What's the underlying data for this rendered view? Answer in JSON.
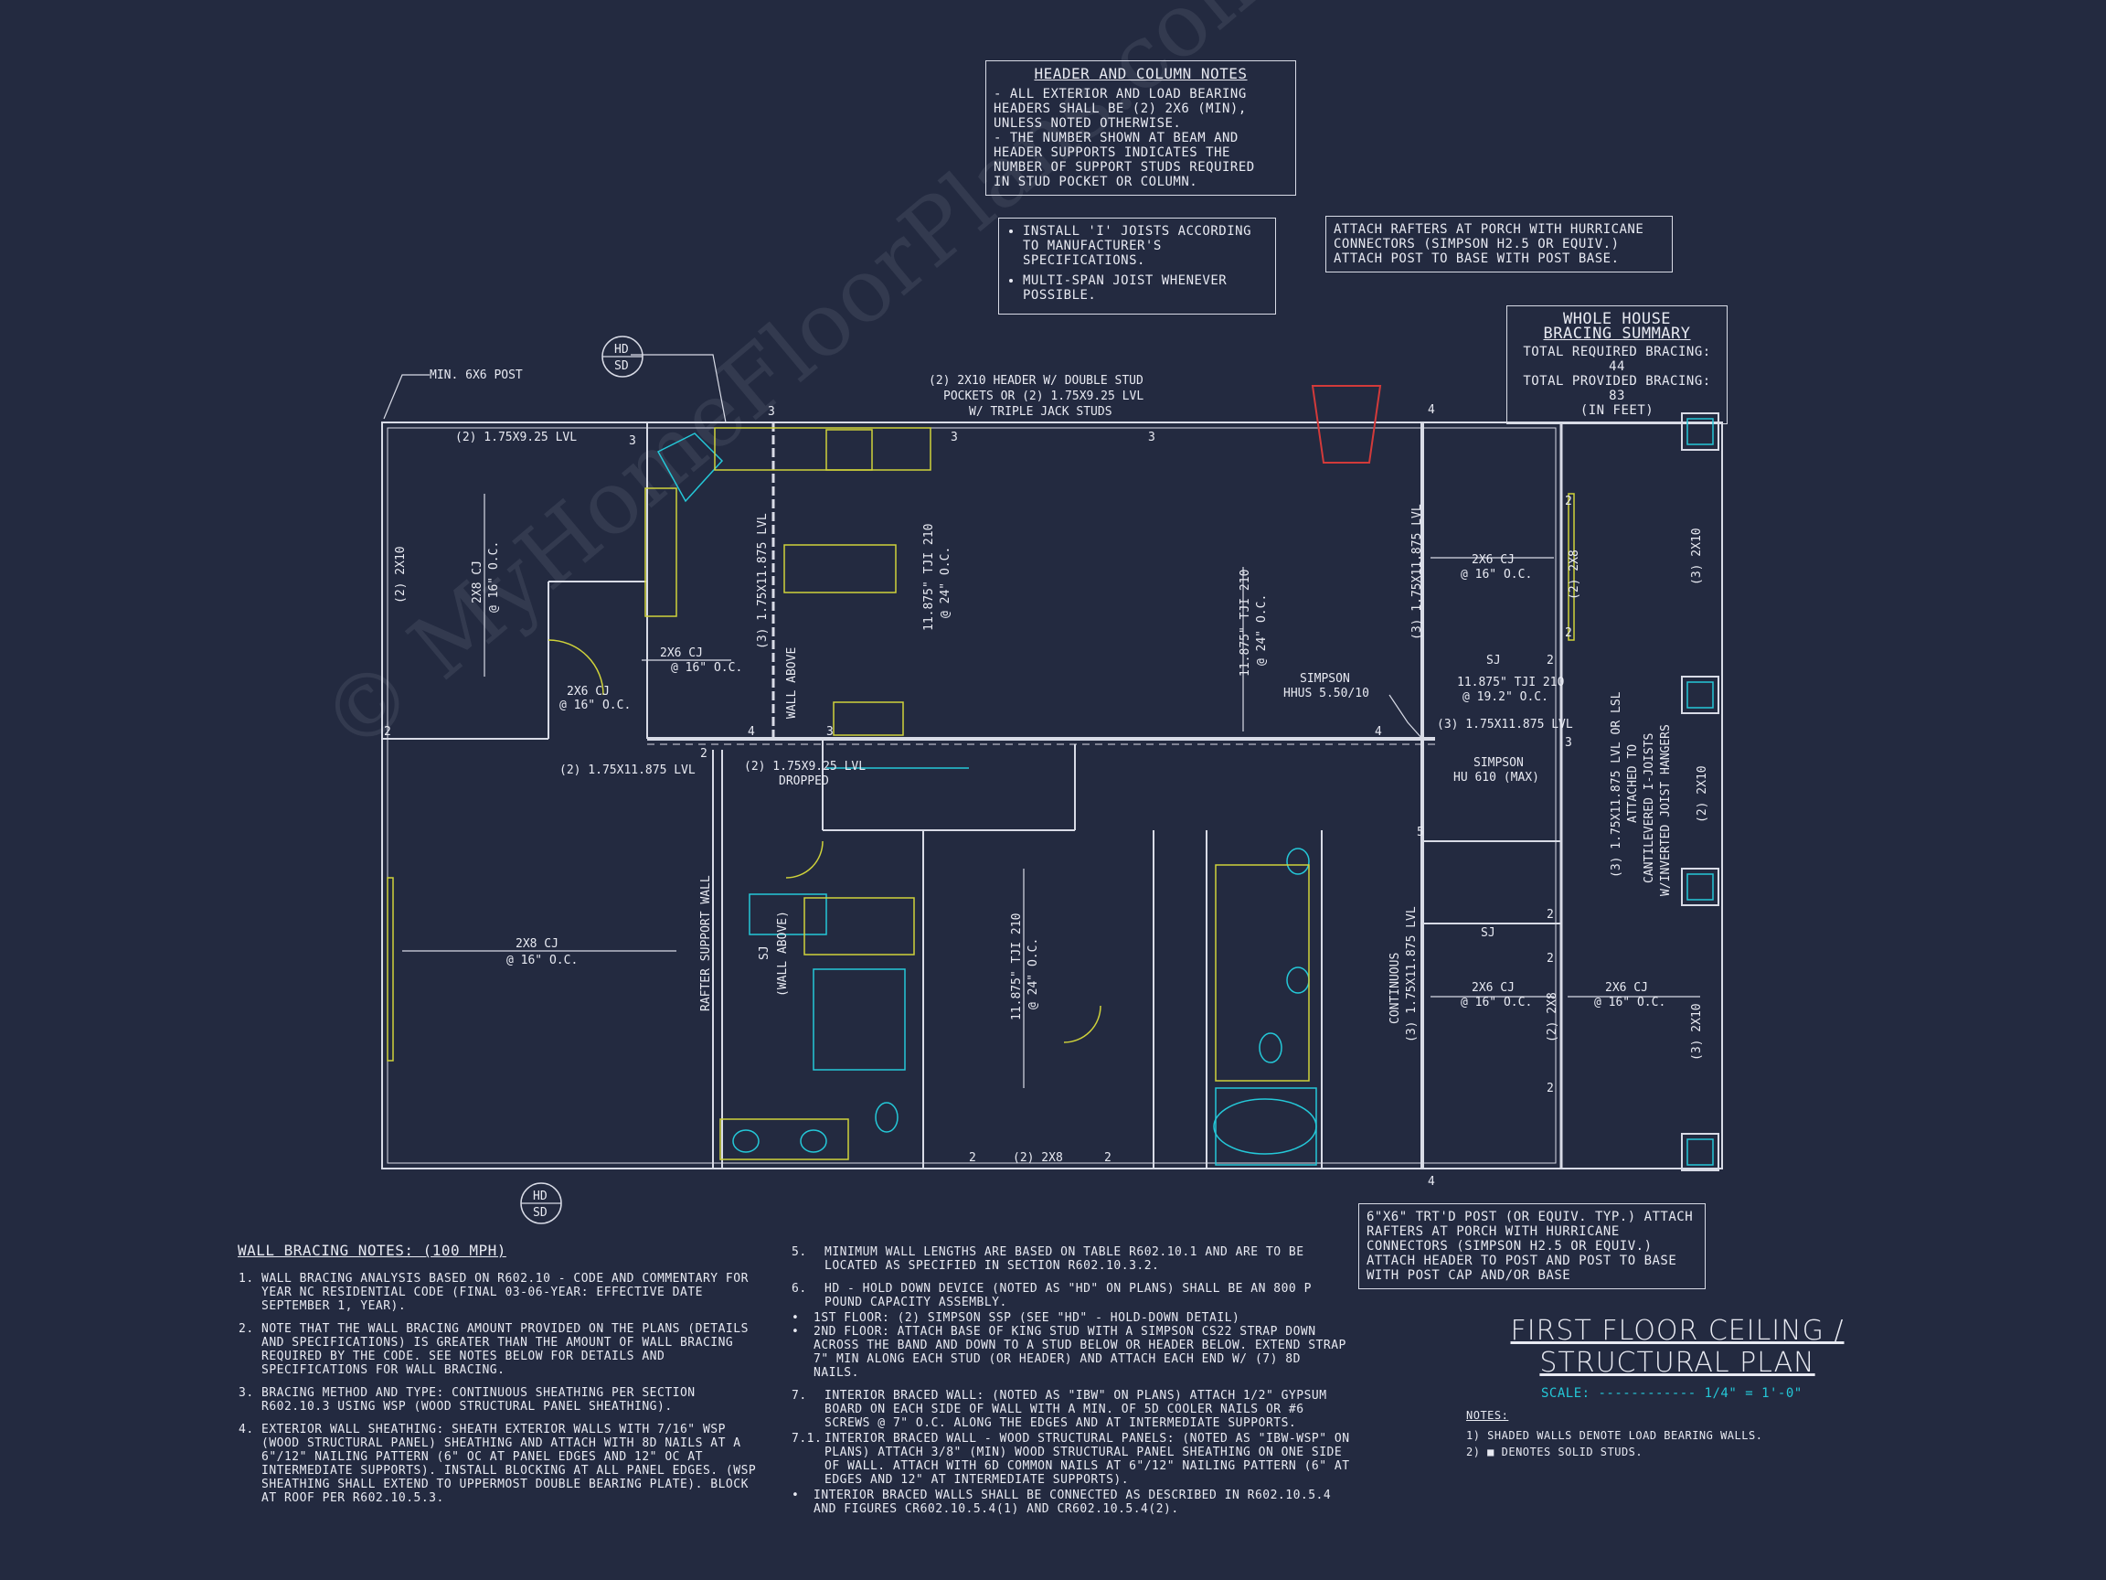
{
  "header_column_notes": {
    "title": "HEADER AND COLUMN NOTES",
    "lines": [
      "- ALL EXTERIOR AND LOAD BEARING",
      "HEADERS SHALL BE (2) 2x6 (MIN),",
      "UNLESS NOTED OTHERWISE.",
      "- THE NUMBER SHOWN AT BEAM AND",
      "HEADER SUPPORTS INDICATES THE",
      "NUMBER OF SUPPORT STUDS REQUIRED",
      "IN STUD POCKET OR COLUMN."
    ]
  },
  "joist_notes": [
    "INSTALL 'I' JOISTS ACCORDING TO MANUFACTURER'S SPECIFICATIONS.",
    "MULTI-SPAN JOIST WHENEVER POSSIBLE."
  ],
  "rafter_note": "ATTACH RAFTERS AT PORCH WITH HURRICANE CONNECTORS (SIMPSON H2.5 OR EQUIV.) ATTACH POST TO BASE WITH POST BASE.",
  "bracing_summary": {
    "title_1": "WHOLE HOUSE",
    "title_2": "BRACING SUMMARY",
    "required": "TOTAL REQUIRED BRACING: 44",
    "provided": "TOTAL PROVIDED BRACING: 83",
    "unit": "(IN FEET)"
  },
  "post_note": "6\"x6\" TRT'D POST (OR EQUIV. TYP.) ATTACH RAFTERS AT PORCH WITH HURRICANE CONNECTORS (SIMPSON H2.5 OR EQUIV.) ATTACH HEADER TO POST AND POST TO BASE WITH POST CAP AND/OR BASE",
  "plan_labels": {
    "min_post": "MIN. 6x6 POST",
    "hd": "HD",
    "sd": "SD",
    "lvl_top": "(2) 1.75x9.25 LVL",
    "header_1": "(2) 2x10 HEADER W/ DOUBLE STUD",
    "header_2": "POCKETS OR (2) 1.75x9.25 LVL",
    "header_3": "W/ TRIPLE JACK STUDS",
    "two_2x10": "(2) 2x10",
    "cj_2x8": "2x8 CJ",
    "oc16": "@ 16\" O.C.",
    "cj_2x6": "2x6 CJ",
    "lvl_1175_vert": "(3) 1.75x11.875 LVL",
    "wall_above": "WALL ABOVE",
    "tji_24_a": "11.875\" TJI 210",
    "oc24": "@ 24\" O.C.",
    "tji_24_b": "11.875\" TJI 210",
    "lvl_1175_east": "(3) 1.75x11.875 LVL",
    "two_2x8": "(2) 2x8",
    "three_2x10": "(3) 2x10",
    "simpson_1": "SIMPSON",
    "simpson_1b": "HHUS 5.50/10",
    "sj": "SJ",
    "tji_192": "11.875\" TJI 210",
    "oc192": "@ 19.2\" O.C.",
    "lvl_1175_3": "(3) 1.75x11.875 LVL",
    "simpson_2": "SIMPSON",
    "simpson_2b": "HU 610 (MAX)",
    "cant_1": "(3) 1.75x11.875 LVL OR LSL",
    "cant_2": "ATTACHED TO",
    "cant_3": "CANTILEVERED I-JOISTS",
    "cant_4": "W/INVERTED JOIST HANGERS",
    "lvl_2_1175": "(2) 1.75x11.875 LVL",
    "lvl_dropped_1": "(2) 1.75x9.25 LVL",
    "lvl_dropped_2": "DROPPED",
    "rafter_support": "RAFTER SUPPORT WALL",
    "sj_wall": "SJ",
    "sj_wall_above": "(WALL ABOVE)",
    "continuous": "CONTINUOUS",
    "continuous_lvl": "(3) 1.75x11.875 LVL",
    "two_2x8_bottom": "(2) 2x8",
    "num_2": "2",
    "num_3": "3",
    "num_4": "4",
    "num_5": "5"
  },
  "wall_bracing": {
    "title": "WALL BRACING NOTES: (100 MPH)",
    "items": [
      "WALL BRACING ANALYSIS BASED ON R602.10 - CODE AND COMMENTARY FOR YEAR NC RESIDENTIAL CODE (FINAL 03-06-YEAR: EFFECTIVE DATE SEPTEMBER 1, YEAR).",
      "NOTE THAT THE WALL BRACING AMOUNT PROVIDED ON THE PLANS (DETAILS AND SPECIFICATIONS) IS GREATER THAN THE AMOUNT OF WALL BRACING REQUIRED BY THE CODE. SEE NOTES BELOW FOR DETAILS AND SPECIFICATIONS FOR WALL BRACING.",
      "BRACING METHOD AND TYPE: CONTINUOUS SHEATHING PER SECTION R602.10.3 USING WSP (WOOD STRUCTURAL PANEL SHEATHING).",
      "EXTERIOR WALL SHEATHING: SHEATH EXTERIOR WALLS WITH 7/16\" WSP (WOOD STRUCTURAL PANEL) SHEATHING AND ATTACH WITH 8d NAILS AT A 6\"/12\" NAILING PATTERN (6\" OC AT PANEL EDGES AND 12\" OC AT INTERMEDIATE SUPPORTS). INSTALL BLOCKING AT ALL PANEL EDGES. (WSP SHEATHING SHALL EXTEND TO UPPERMOST DOUBLE BEARING PLATE). BLOCK AT ROOF PER R602.10.5.3."
    ]
  },
  "wall_bracing_2": {
    "n5": "5.",
    "t5": "MINIMUM WALL LENGTHS ARE BASED ON TABLE R602.10.1 AND ARE TO BE LOCATED AS SPECIFIED IN SECTION R602.10.3.2.",
    "n6": "6.",
    "t6": "HD - HOLD DOWN DEVICE (NOTED AS \"HD\" ON PLANS) SHALL BE AN 800 P POUND CAPACITY ASSEMBLY.",
    "b1": "1ST FLOOR: (2) SIMPSON SSP (SEE \"HD\" - HOLD-DOWN DETAIL)",
    "b2": "2ND FLOOR: ATTACH BASE OF KING STUD WITH A SIMPSON CS22 STRAP DOWN ACROSS THE BAND AND DOWN TO A STUD BELOW OR HEADER BELOW. EXTEND STRAP 7\" MIN ALONG EACH STUD (OR HEADER) AND ATTACH EACH END W/ (7) 8d NAILS.",
    "n7": "7.",
    "t7": "INTERIOR BRACED WALL: (NOTED AS \"IBW\" ON PLANS) ATTACH 1/2\" GYPSUM BOARD ON EACH SIDE OF WALL WITH A MIN. OF 5d COOLER NAILS OR #6 SCREWS @ 7\" O.C. ALONG THE EDGES AND AT INTERMEDIATE SUPPORTS.",
    "n71": "7.1.",
    "t71": "INTERIOR BRACED WALL - WOOD STRUCTURAL PANELS: (NOTED AS \"IBW-WSP\" ON PLANS) ATTACH 3/8\" (MIN) WOOD STRUCTURAL PANEL SHEATHING ON ONE SIDE OF WALL. ATTACH WITH 6d COMMON NAILS AT 6\"/12\" NAILING PATTERN (6\" AT EDGES AND 12\" AT INTERMEDIATE SUPPORTS).",
    "b3": "INTERIOR BRACED WALLS SHALL BE CONNECTED AS DESCRIBED IN R602.10.5.4 AND FIGURES CR602.10.5.4(1) AND CR602.10.5.4(2)."
  },
  "title_block": {
    "line1": "FIRST FLOOR CEILING /",
    "line2": "STRUCTURAL PLAN",
    "scale_label": "SCALE: ------------ 1/4\" = 1'-0\"",
    "notes_label": "NOTES:",
    "note1": "1) SHADED WALLS DENOTE LOAD BEARING WALLS.",
    "note2": "2) ■ DENOTES SOLID STUDS."
  },
  "watermark": "© MyHomeFloorPlans.com",
  "colors": {
    "background": "#232a40",
    "line": "#d8dbe6",
    "fixture": "#cfd23a",
    "cyan": "#24c8d8",
    "red": "#d23a3a"
  }
}
